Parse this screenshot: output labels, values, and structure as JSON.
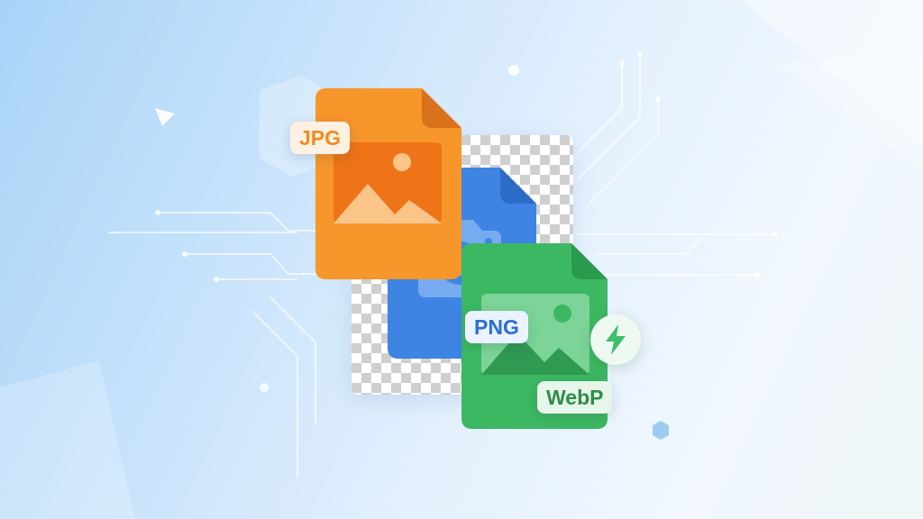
{
  "labels": {
    "jpg": "JPG",
    "png": "PNG",
    "webp": "WebP"
  },
  "colors": {
    "jpg_file": "#f7962b",
    "png_file": "#3d84e3",
    "webp_file": "#3cb862",
    "jpg_text": "#f28a1e",
    "png_text": "#2a6fd1",
    "webp_text": "#2f8d4a",
    "bolt": "#3cc06a"
  },
  "icons": {
    "jpg_file": "image-file-icon",
    "png_file": "camera-file-icon",
    "webp_file": "image-file-icon",
    "badge": "lightning-bolt-icon"
  }
}
